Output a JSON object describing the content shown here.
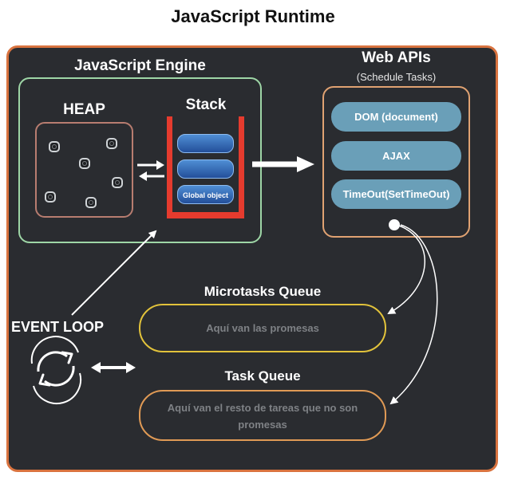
{
  "title": "JavaScript Runtime",
  "engine": {
    "title": "JavaScript Engine",
    "heap_title": "HEAP",
    "stack_title": "Stack",
    "stack_bottom_frame": "Global object"
  },
  "web_apis": {
    "title": "Web APIs",
    "subtitle": "(Schedule Tasks)",
    "items": [
      "DOM (document)",
      "AJAX",
      "TimeOut(SetTimeOut)"
    ]
  },
  "microtasks": {
    "title": "Microtasks Queue",
    "text": "Aquí van las promesas"
  },
  "task_queue": {
    "title": "Task Queue",
    "text": "Aquí van el resto de tareas que no son promesas"
  },
  "event_loop": {
    "title": "EVENT LOOP",
    "icon": "refresh-cycle-icon"
  },
  "colors": {
    "background": "#2a2c30",
    "runtime_border": "#d9733f",
    "engine_border": "#9ed6a6",
    "heap_border": "#b87d70",
    "stack_walls": "#e53b2e",
    "stack_frame": "#2f6cc0",
    "web_api_border": "#e0a272",
    "api_pill": "#6a9fb8",
    "microtask_border": "#e2c33b",
    "task_border": "#e09a55"
  }
}
